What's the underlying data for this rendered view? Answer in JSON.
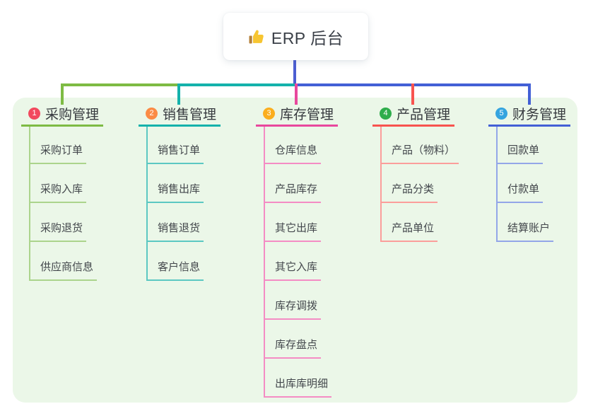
{
  "root": {
    "title": "ERP 后台",
    "icon": "thumbs-up-icon"
  },
  "colors": {
    "panel_background": "#EBF7E8",
    "root_connector": "#4C5ED2",
    "root_title_text": "#3A3F47",
    "branch_label_text": "#36393E",
    "child_label_text": "#43474C"
  },
  "branches": [
    {
      "number": "1",
      "label": "采购管理",
      "badge_color": "#F2495E",
      "line_color": "#7EBB44",
      "child_line_color": "#ABD48C",
      "children": [
        "采购订单",
        "采购入库",
        "采购退货",
        "供应商信息"
      ]
    },
    {
      "number": "2",
      "label": "销售管理",
      "badge_color": "#FB8B45",
      "line_color": "#14B2AB",
      "child_line_color": "#5CC8C2",
      "children": [
        "销售订单",
        "销售出库",
        "销售退货",
        "客户信息"
      ]
    },
    {
      "number": "3",
      "label": "库存管理",
      "badge_color": "#FBAE1E",
      "line_color": "#E8489D",
      "child_line_color": "#F48CC4",
      "children": [
        "仓库信息",
        "产品库存",
        "其它出库",
        "其它入库",
        "库存调拨",
        "库存盘点",
        "出库库明细"
      ]
    },
    {
      "number": "4",
      "label": "产品管理",
      "badge_color": "#2EAD4B",
      "line_color": "#F8544F",
      "child_line_color": "#FB9E9B",
      "children": [
        "产品（物料）",
        "产品分类",
        "产品单位"
      ]
    },
    {
      "number": "5",
      "label": "财务管理",
      "badge_color": "#35A4DF",
      "line_color": "#4360D6",
      "child_line_color": "#93A6E8",
      "children": [
        "回款单",
        "付款单",
        "结算账户"
      ]
    }
  ]
}
